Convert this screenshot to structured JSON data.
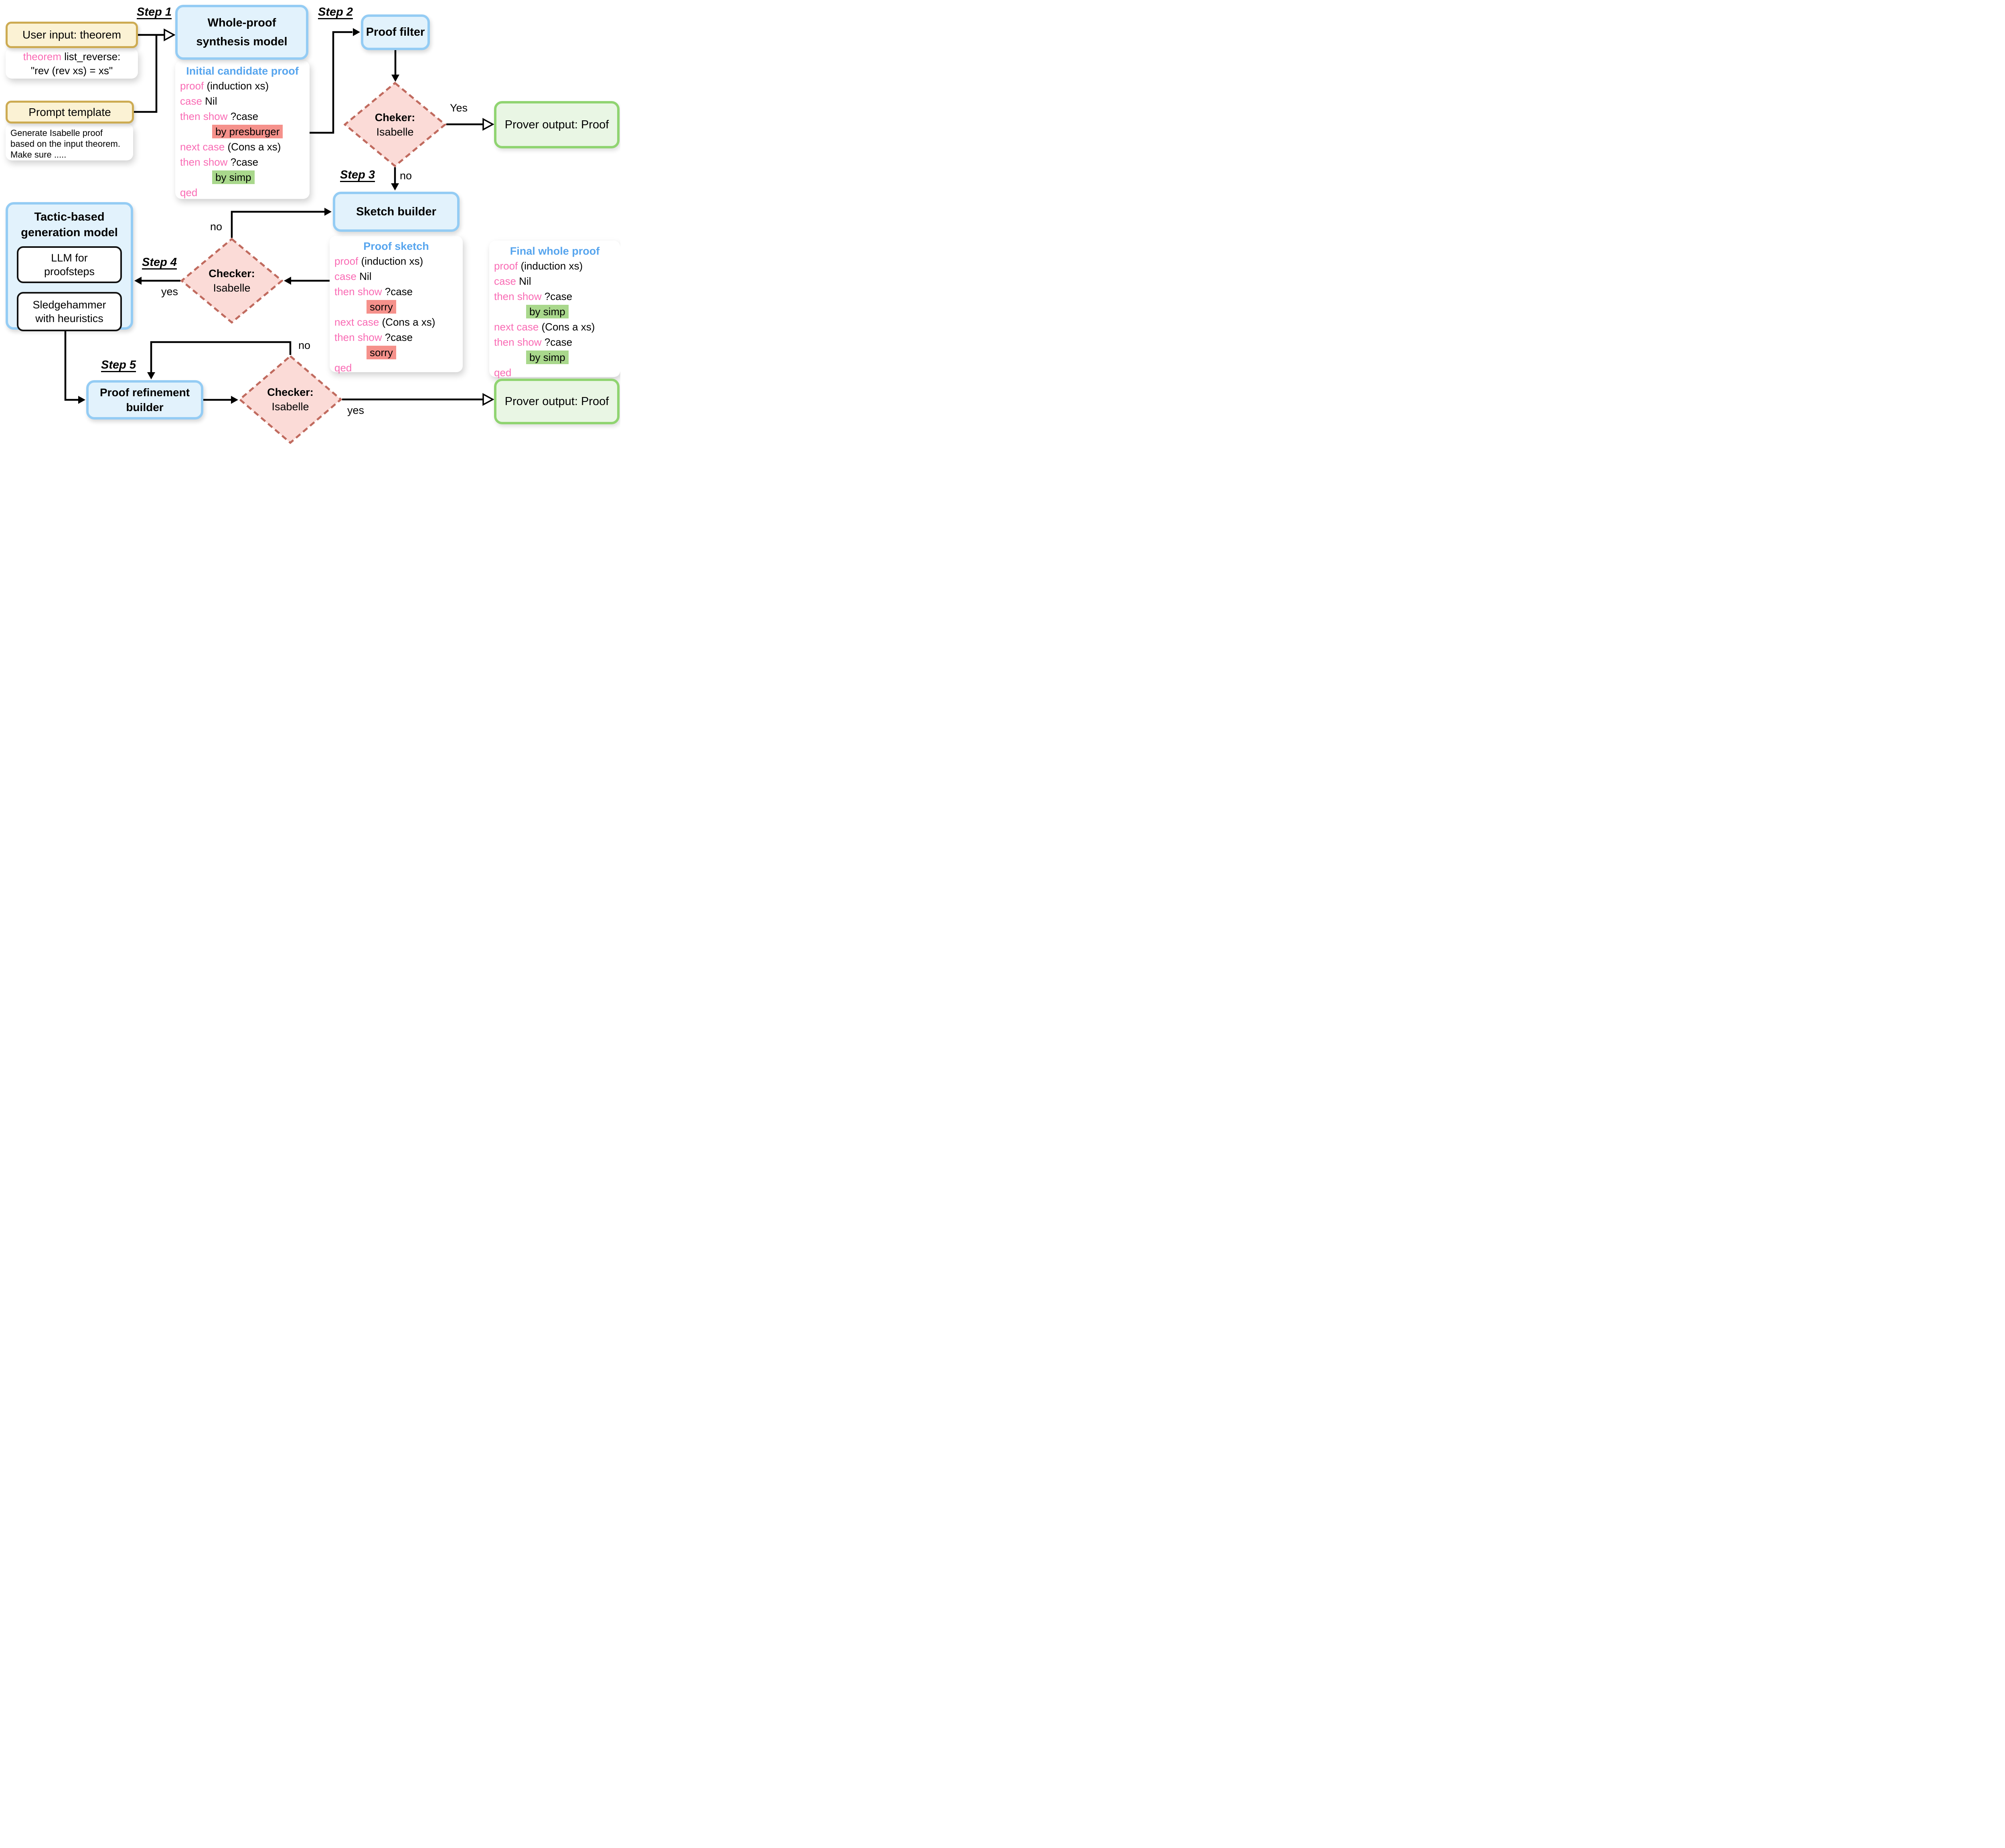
{
  "palette": {
    "yellow_fill": "#FBF2D4",
    "yellow_border": "#CDAB52",
    "blue_fill": "#E2F2FC",
    "blue_border": "#94CCF4",
    "green_fill": "#E9F6E4",
    "green_border": "#90D471",
    "diamond_fill": "#FBDBD7",
    "diamond_border": "#C06A5E",
    "keyword_pink": "#F96BB4",
    "title_blue": "#57A5EE",
    "hl_red": "#F5918B",
    "hl_green": "#A9D88C"
  },
  "steps": {
    "s1": "Step 1",
    "s2": "Step 2",
    "s3": "Step 3",
    "s4": "Step 4",
    "s5": "Step 5"
  },
  "labels": {
    "yes_top": "Yes",
    "no_top": "no",
    "no_mid": "no",
    "yes_mid": "yes",
    "no_bottom": "no",
    "yes_bottom": "yes"
  },
  "nodes": {
    "user_input": "User input: theorem",
    "prompt_template": "Prompt template",
    "whole_proof": {
      "line1": "Whole-proof",
      "line2": "synthesis model"
    },
    "proof_filter": "Proof filter",
    "sketch_builder": "Sketch builder",
    "tactic": {
      "line1": "Tactic-based",
      "line2": "generation model"
    },
    "llm": {
      "line1": "LLM for",
      "line2": "proofsteps"
    },
    "sledgehammer": {
      "line1": "Sledgehammer",
      "line2": "with heuristics"
    },
    "refinement": {
      "line1": "Proof refinement",
      "line2": "builder"
    },
    "prover_top": "Prover output: Proof",
    "prover_bottom": "Prover output: Proof"
  },
  "checkers": {
    "c1": {
      "line1": "Cheker:",
      "line2": "Isabelle"
    },
    "c2": {
      "line1": "Checker:",
      "line2": "Isabelle"
    },
    "c3": {
      "line1": "Checker:",
      "line2": "Isabelle"
    }
  },
  "snippets": {
    "theorem": {
      "kw": "theorem",
      "rest": " list_reverse:",
      "line2": "\"rev (rev xs) = xs\""
    },
    "prompt": [
      "Generate Isabelle proof",
      "based on the input theorem.",
      "Make sure ....."
    ]
  },
  "cards": {
    "initial": {
      "title": "Initial candidate proof",
      "l1": {
        "kw": "proof",
        "rest": " (induction xs)"
      },
      "l2": {
        "kw": "case",
        "rest": " Nil"
      },
      "l3": {
        "kw": "then show",
        "rest": " ?case"
      },
      "l4": {
        "hl": "by presburger"
      },
      "l5": {
        "kw": "next case",
        "rest": " (Cons a xs)"
      },
      "l6": {
        "kw": "then show",
        "rest": " ?case"
      },
      "l7": {
        "hl": "by simp"
      },
      "l8": {
        "kw": "qed"
      }
    },
    "sketch": {
      "title": "Proof sketch",
      "l1": {
        "kw": "proof",
        "rest": " (induction xs)"
      },
      "l2": {
        "kw": "case",
        "rest": " Nil"
      },
      "l3": {
        "kw": "then show",
        "rest": " ?case"
      },
      "l4": {
        "hl": "sorry"
      },
      "l5": {
        "kw": "next case",
        "rest": " (Cons a xs)"
      },
      "l6": {
        "kw": "then show",
        "rest": " ?case"
      },
      "l7": {
        "hl": "sorry"
      },
      "l8": {
        "kw": "qed"
      }
    },
    "final": {
      "title": "Final whole proof",
      "l1": {
        "kw": "proof",
        "rest": " (induction xs)"
      },
      "l2": {
        "kw": "case",
        "rest": " Nil"
      },
      "l3": {
        "kw": "then show",
        "rest": " ?case"
      },
      "l4": {
        "hl": "by simp"
      },
      "l5": {
        "kw": "next case",
        "rest": " (Cons a xs)"
      },
      "l6": {
        "kw": "then show",
        "rest": " ?case"
      },
      "l7": {
        "hl": "by simp"
      },
      "l8": {
        "kw": "qed"
      }
    }
  }
}
